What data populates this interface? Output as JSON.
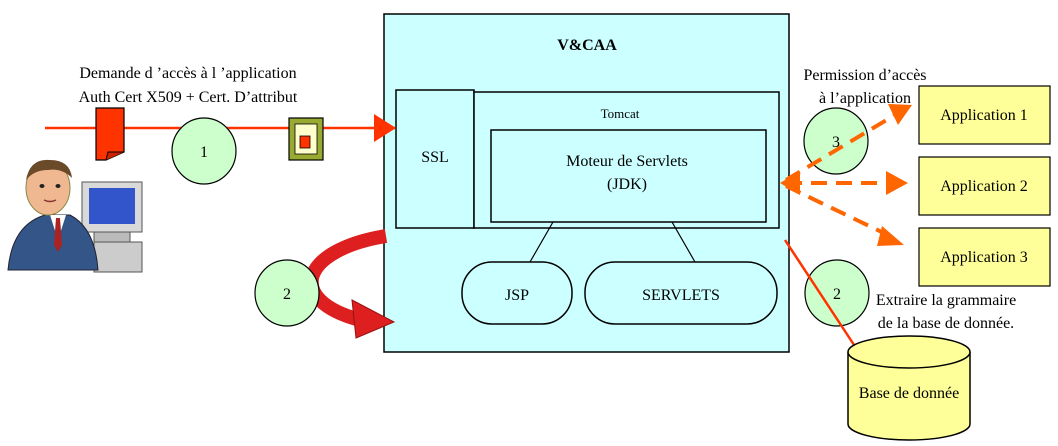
{
  "colors": {
    "main_fill": "#ccffff",
    "app_fill": "#ffff99",
    "circle_fill": "#ccffcc",
    "db_fill": "#ffff99",
    "arrow_red": "#ff3300",
    "arrow_orange": "#ff6600",
    "curved_arrow": "#dd1f1f",
    "border": "#000000"
  },
  "main_box": {
    "title": "V&CAA"
  },
  "ssl_label": "SSL",
  "tomcat_label": "Tomcat",
  "servlet_engine": {
    "line1": "Moteur de Servlets",
    "line2": "(JDK)"
  },
  "jsp_label": "JSP",
  "servlets_label": "SERVLETS",
  "request_label": {
    "line1": "Demande d ’accès à l ’application",
    "line2": "Auth Cert X509  + Cert. D’attribut"
  },
  "permission_label": {
    "line1": "Permission d’accès",
    "line2": "à l’application"
  },
  "extract_label": {
    "line1": "Extraire la grammaire",
    "line2": "de la base de donnée."
  },
  "steps": {
    "step1": "1",
    "step2_left": "2",
    "step2_right": "2",
    "step3": "3"
  },
  "applications": [
    "Application 1",
    "Application 2",
    "Application 3"
  ],
  "database_label": "Base de donnée",
  "icons": {
    "user": "user-at-computer-icon",
    "certificate": "certificate-document-icon",
    "attribute_cert": "attribute-certificate-icon"
  }
}
